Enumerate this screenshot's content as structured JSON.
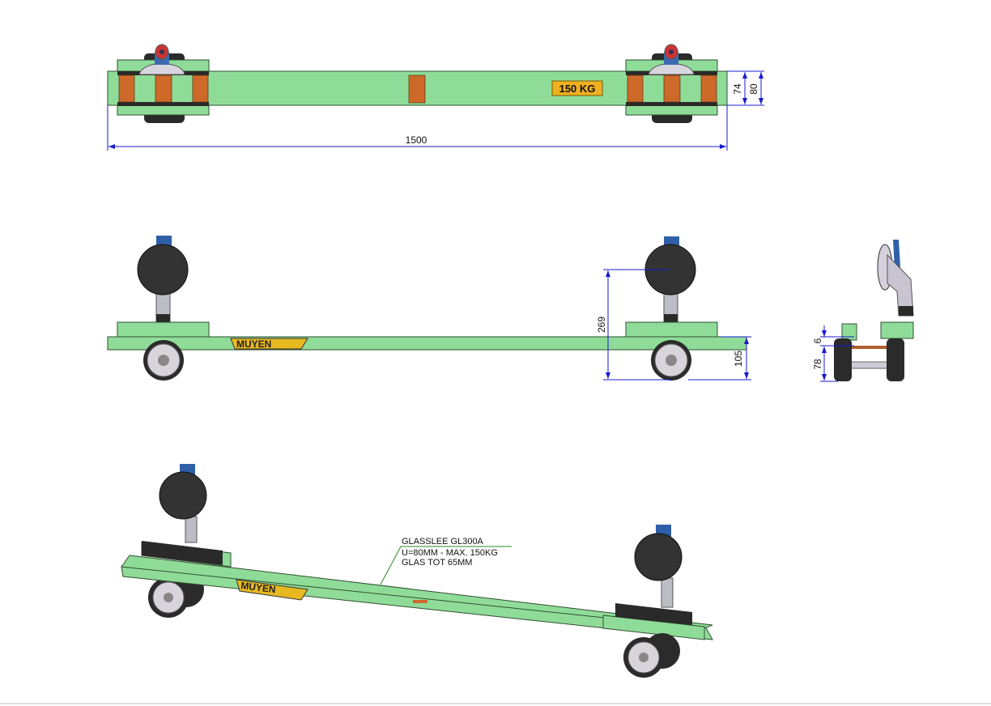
{
  "drawing": {
    "top_view": {
      "load_label": "150 KG",
      "dim_length": "1500",
      "dim_inner_width": "74",
      "dim_outer_width": "80"
    },
    "side_view": {
      "brand_logo": "MUYEN",
      "dim_height_total": "269",
      "dim_height_frame": "105"
    },
    "end_view": {
      "dim_gap": "6",
      "dim_wheel": "78"
    },
    "iso_view": {
      "brand_logo": "MUYEN",
      "note_lines": [
        "GLASSLEE GL300A",
        "U=80MM - MAX. 150KG",
        "GLAS TOT 65MM"
      ]
    }
  },
  "colors": {
    "frame": "#8fdc98",
    "pads": "#cd6a2a",
    "dimension": "#1a1ad0",
    "label": "#f0b020"
  }
}
